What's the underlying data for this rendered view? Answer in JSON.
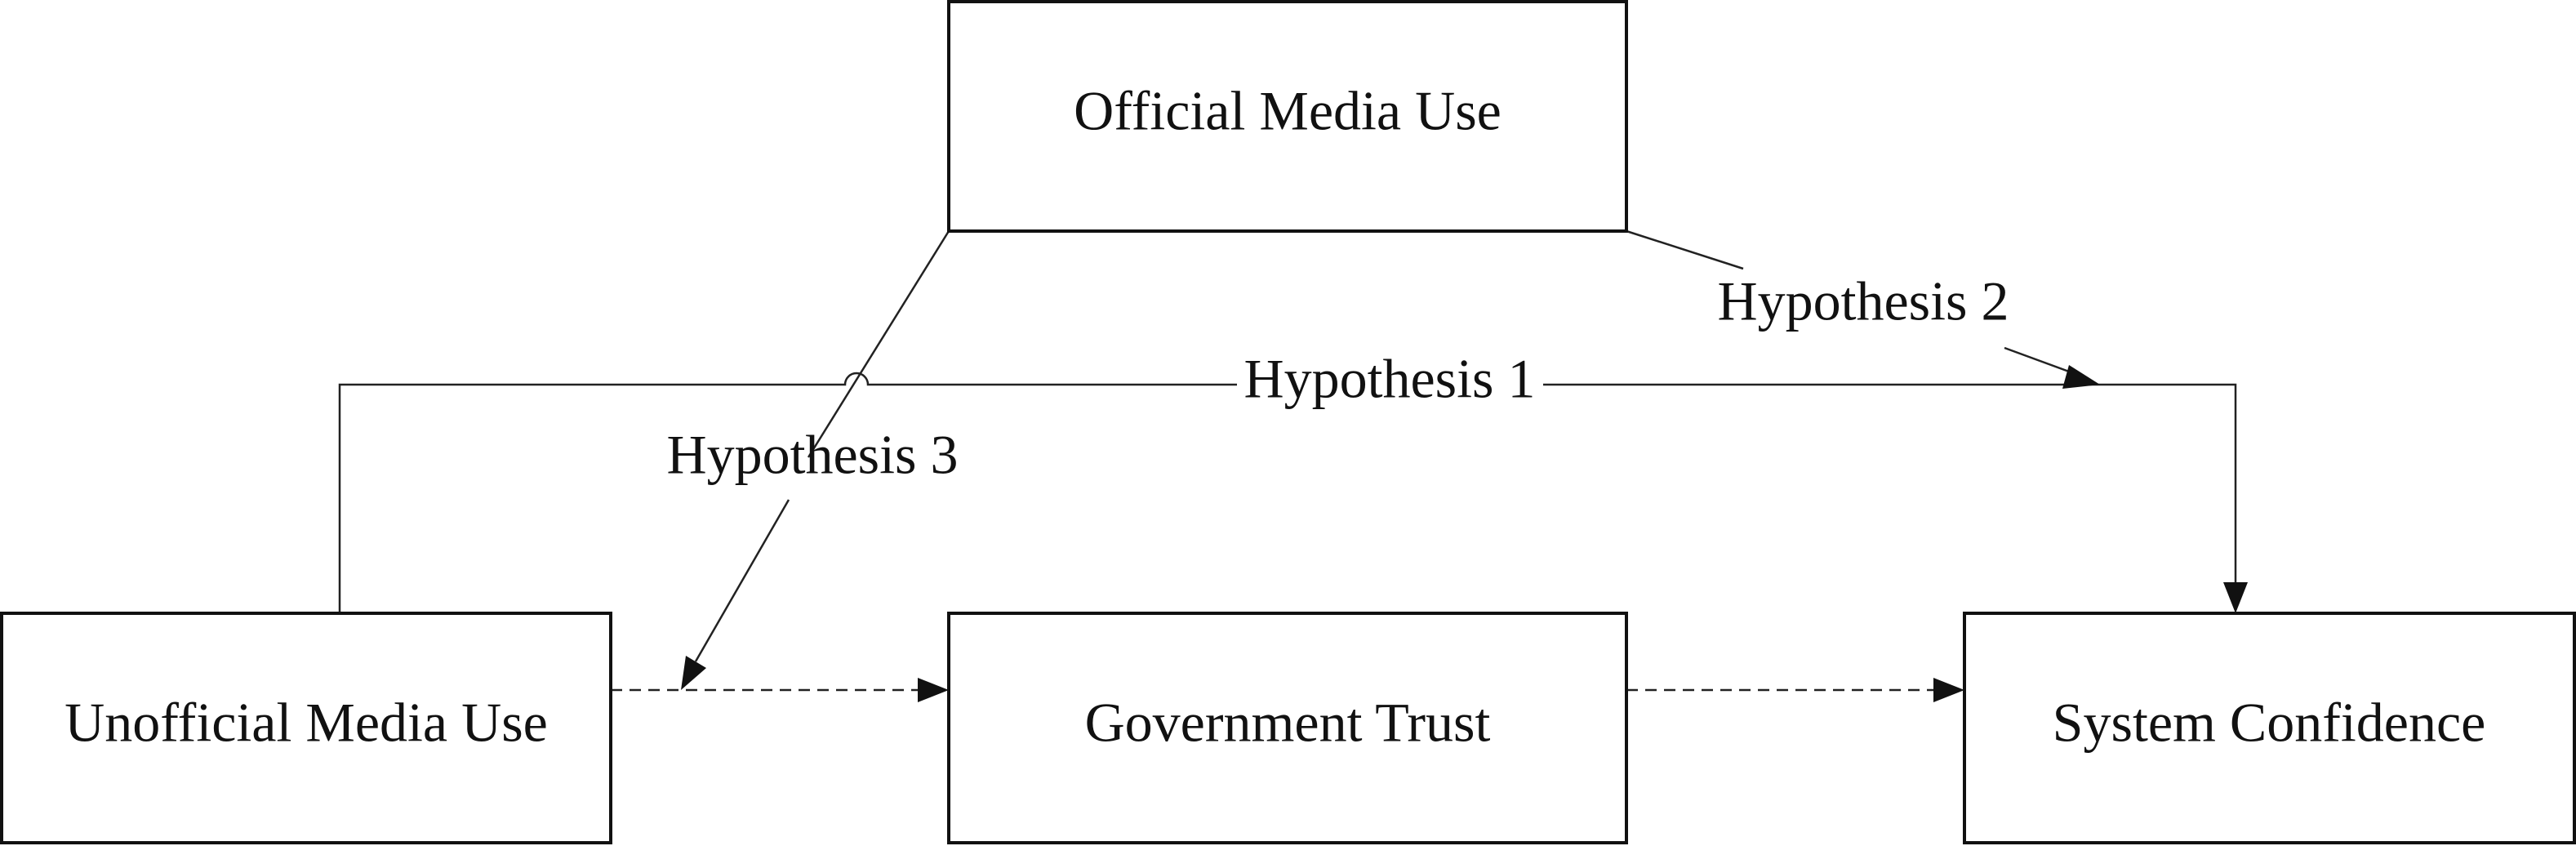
{
  "boxes": {
    "official": "Official Media Use",
    "unofficial": "Unofficial Media Use",
    "government": "Government Trust",
    "system": "System Confidence"
  },
  "hypotheses": {
    "h1": "Hypothesis 1",
    "h2": "Hypothesis 2",
    "h3": "Hypothesis 3"
  }
}
